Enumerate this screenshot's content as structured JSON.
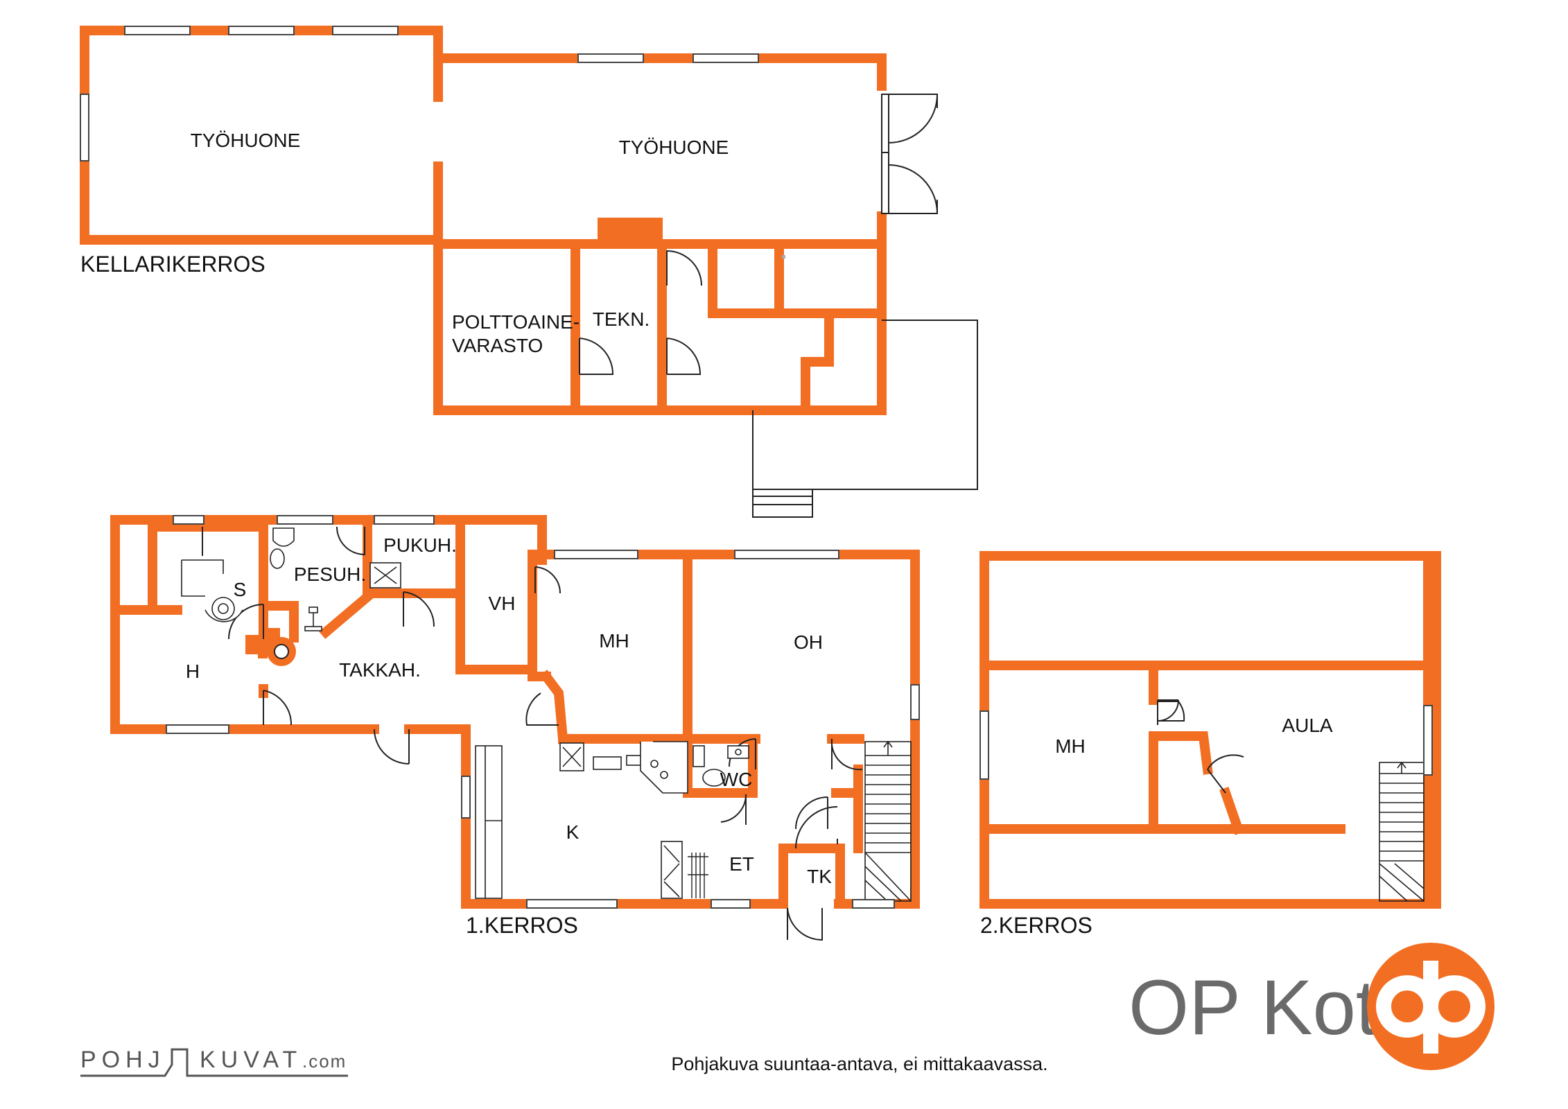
{
  "colors": {
    "wall": "#f26e22",
    "line": "#222222",
    "brand_text": "#6a6a6a"
  },
  "floors": {
    "basement": {
      "name": "KELLARIKERROS",
      "rooms": [
        "TYÖHUONE",
        "TYÖHUONE",
        "POLTTOAINE-",
        "VARASTO",
        "TEKN."
      ]
    },
    "first": {
      "name": "1.KERROS",
      "rooms": [
        "S",
        "PESUH.",
        "PUKUH.",
        "VH",
        "MH",
        "OH",
        "H",
        "TAKKAH.",
        "WC",
        "K",
        "ET",
        "TK"
      ]
    },
    "second": {
      "name": "2.KERROS",
      "rooms": [
        "MH",
        "AULA"
      ]
    }
  },
  "footer": {
    "note": "Pohjakuva suuntaa-antava, ei mittakaavassa.",
    "brand": "OP Koti",
    "logo_icon": "op-logo-icon",
    "maker_left": "POHJ",
    "maker_right": "KUVAT",
    "maker_suffix": ".com"
  }
}
